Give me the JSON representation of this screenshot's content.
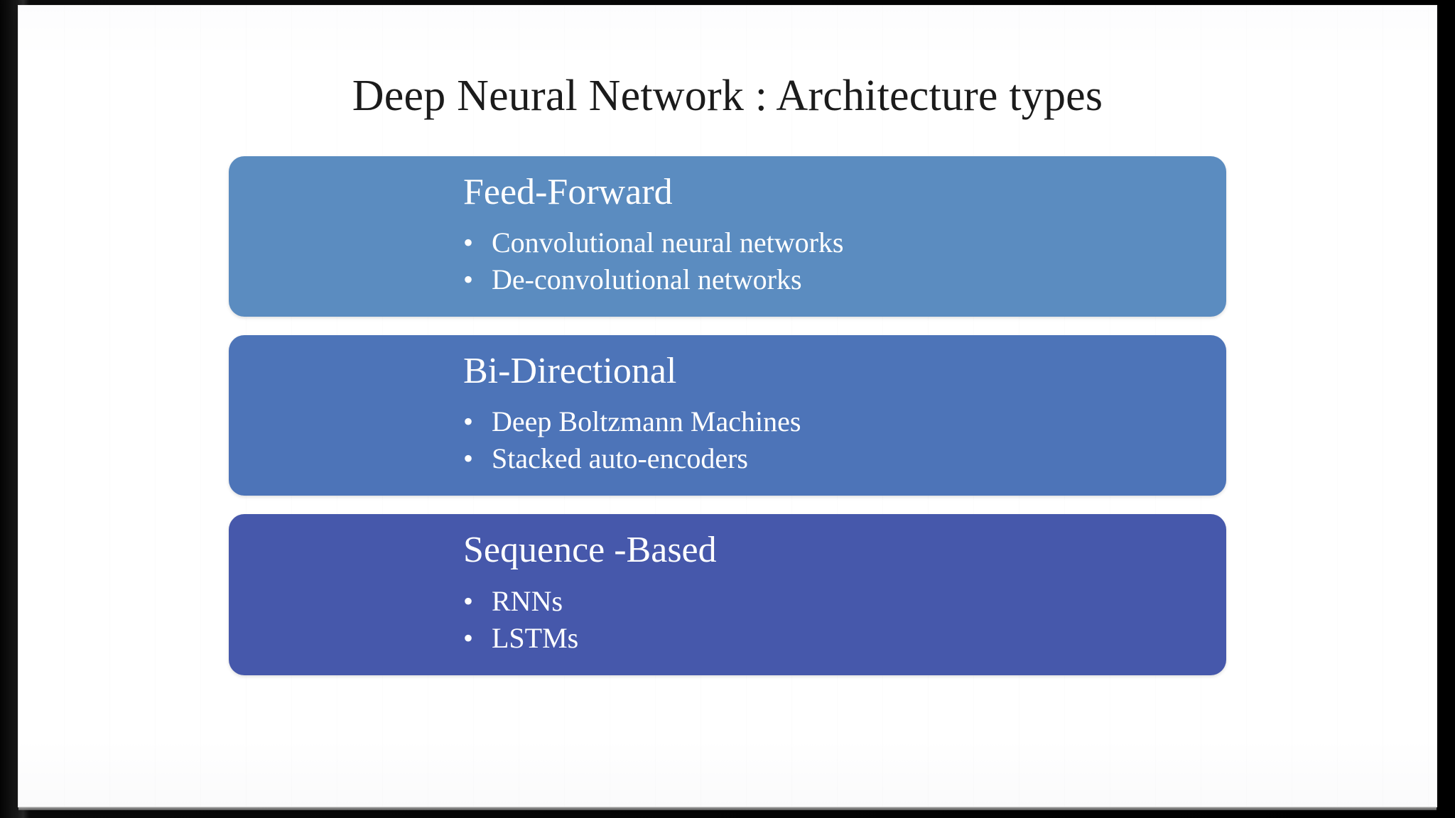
{
  "slide": {
    "title": "Deep Neural Network : Architecture types",
    "background_color": "#ffffff",
    "frame_color": "#000000",
    "title_color": "#1b1b1b"
  },
  "boxes": [
    {
      "title": "Feed-Forward",
      "color": "#5b8cc0",
      "bullet_glyph": "•",
      "items": [
        "Convolutional neural networks",
        "De-convolutional networks"
      ]
    },
    {
      "title": "Bi-Directional",
      "color": "#4d74b8",
      "bullet_glyph": "•",
      "items": [
        "Deep Boltzmann Machines",
        "Stacked auto-encoders"
      ]
    },
    {
      "title": "Sequence -Based",
      "color": "#4658ab",
      "bullet_glyph": "•",
      "items": [
        "RNNs",
        "LSTMs"
      ]
    }
  ]
}
